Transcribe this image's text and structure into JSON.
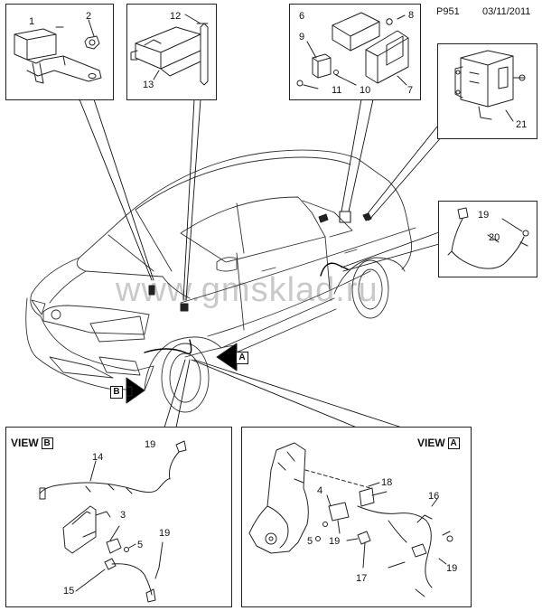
{
  "header": {
    "code": "P951",
    "date": "03/11/2011"
  },
  "watermark": "www.gmsklad.ru",
  "callouts": {
    "c1": "1",
    "c2": "2",
    "c12": "12",
    "c13": "13",
    "c6": "6",
    "c8": "8",
    "c9": "9",
    "c11": "11",
    "c10": "10",
    "c7": "7",
    "c21": "21",
    "c19a": "19",
    "c20": "20"
  },
  "view_b": {
    "title": "VIEW",
    "letter": "B",
    "labels": {
      "l19a": "19",
      "l14": "14",
      "l3": "3",
      "l5": "5",
      "l19b": "19",
      "l15": "15"
    }
  },
  "view_a": {
    "title": "VIEW",
    "letter": "A",
    "labels": {
      "l18": "18",
      "l4": "4",
      "l16": "16",
      "l5": "5",
      "l19a": "19",
      "l17": "17",
      "l19b": "19"
    }
  },
  "arrows": {
    "a": "A",
    "b": "B"
  }
}
